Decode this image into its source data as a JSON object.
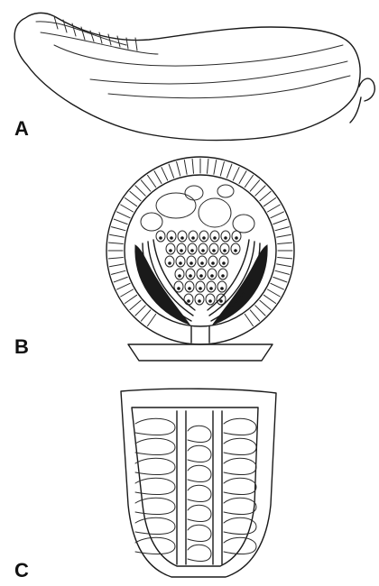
{
  "figure": {
    "panels": [
      {
        "label": "A",
        "subject": "elongated-body-outline"
      },
      {
        "label": "B",
        "subject": "circular-cross-section-with-cells"
      },
      {
        "label": "C",
        "subject": "cup-shaped-chambered-structure"
      }
    ],
    "ink_color": "#1a1a1a",
    "background_color": "#ffffff"
  }
}
